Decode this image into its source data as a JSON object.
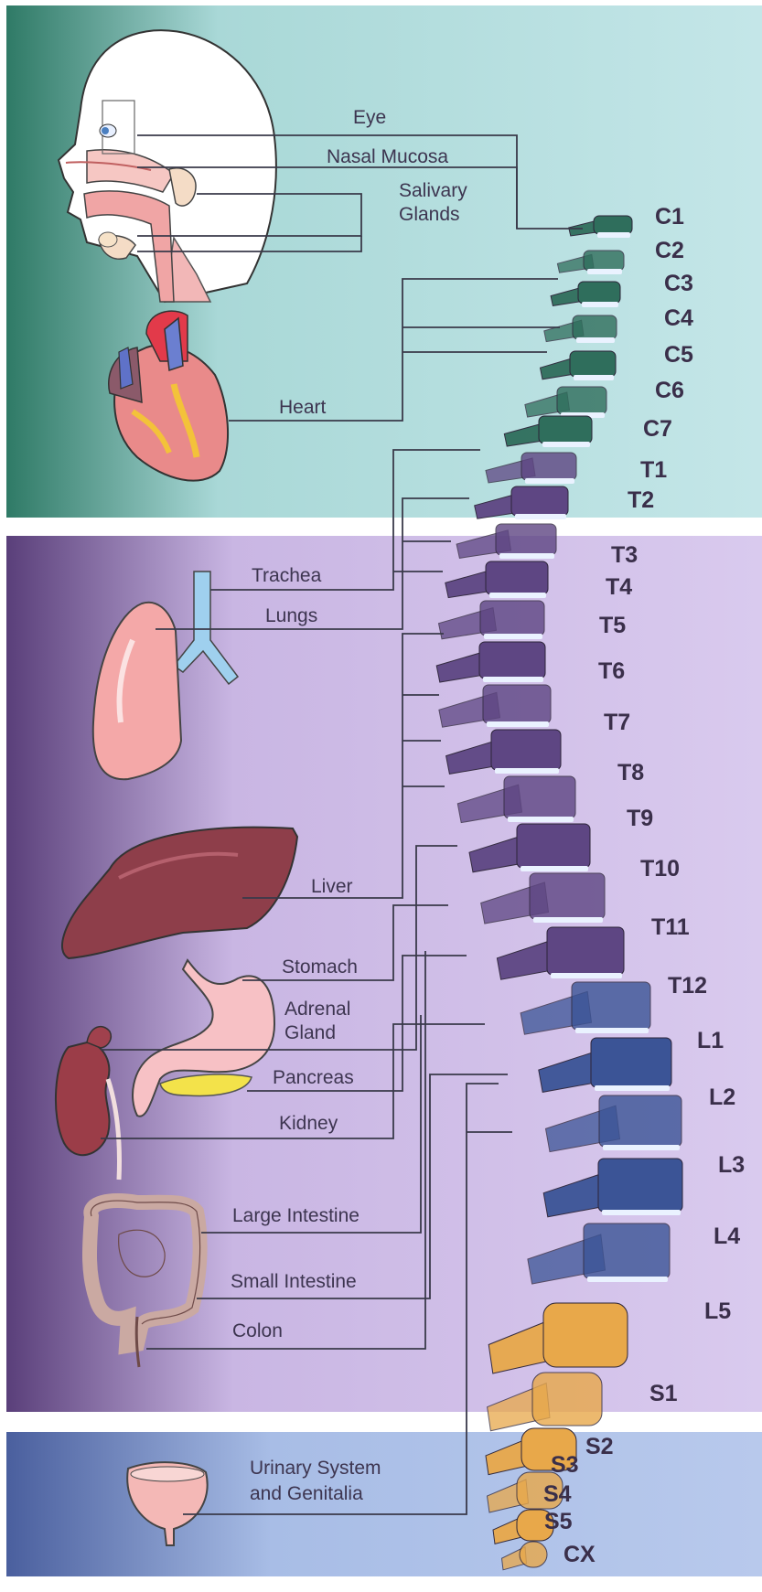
{
  "colors": {
    "cervical_panel": "#bfe3e6",
    "thoracic_panel": "#d5c6ea",
    "lumbar_sacral_panel": "#b2c4e6",
    "cervical_vertebra": "#2f6e5c",
    "thoracic_vertebra": "#5e4683",
    "lumbar_vertebra": "#3b5496",
    "sacral_vertebra": "#e8a84a",
    "disc": "#eaf2ff"
  },
  "sections": {
    "cervical": {
      "organs": [
        {
          "key": "eye",
          "label": "Eye",
          "icon": "eye-icon"
        },
        {
          "key": "nasal",
          "label": "Nasal Mucosa",
          "icon": "nose-icon"
        },
        {
          "key": "salivary",
          "label_lines": [
            "Salivary",
            "Glands"
          ],
          "icon": "salivary-gland-icon"
        },
        {
          "key": "heart",
          "label": "Heart",
          "icon": "heart-icon"
        }
      ]
    },
    "thoracic": {
      "organs": [
        {
          "key": "trachea",
          "label": "Trachea",
          "icon": "trachea-icon"
        },
        {
          "key": "lungs",
          "label": "Lungs",
          "icon": "lung-icon"
        },
        {
          "key": "liver",
          "label": "Liver",
          "icon": "liver-icon"
        },
        {
          "key": "stomach",
          "label": "Stomach",
          "icon": "stomach-icon"
        },
        {
          "key": "adrenal",
          "label_lines": [
            "Adrenal",
            "Gland"
          ],
          "icon": "adrenal-gland-icon"
        },
        {
          "key": "pancreas",
          "label": "Pancreas",
          "icon": "pancreas-icon"
        },
        {
          "key": "kidney",
          "label": "Kidney",
          "icon": "kidney-icon"
        },
        {
          "key": "large_intestine",
          "label": "Large Intestine",
          "icon": "large-intestine-icon"
        },
        {
          "key": "small_intestine",
          "label": "Small Intestine",
          "icon": "small-intestine-icon"
        },
        {
          "key": "colon",
          "label": "Colon",
          "icon": "colon-icon"
        }
      ]
    },
    "lumbar_sacral": {
      "organs": [
        {
          "key": "urinary",
          "label_lines": [
            "Urinary System",
            "and Genitalia"
          ],
          "icon": "bladder-icon"
        }
      ]
    }
  },
  "vertebrae": [
    {
      "id": "C1",
      "label": "C1"
    },
    {
      "id": "C2",
      "label": "C2"
    },
    {
      "id": "C3",
      "label": "C3"
    },
    {
      "id": "C4",
      "label": "C4"
    },
    {
      "id": "C5",
      "label": "C5"
    },
    {
      "id": "C6",
      "label": "C6"
    },
    {
      "id": "C7",
      "label": "C7"
    },
    {
      "id": "T1",
      "label": "T1"
    },
    {
      "id": "T2",
      "label": "T2"
    },
    {
      "id": "T3",
      "label": "T3"
    },
    {
      "id": "T4",
      "label": "T4"
    },
    {
      "id": "T5",
      "label": "T5"
    },
    {
      "id": "T6",
      "label": "T6"
    },
    {
      "id": "T7",
      "label": "T7"
    },
    {
      "id": "T8",
      "label": "T8"
    },
    {
      "id": "T9",
      "label": "T9"
    },
    {
      "id": "T10",
      "label": "T10"
    },
    {
      "id": "T11",
      "label": "T11"
    },
    {
      "id": "T12",
      "label": "T12"
    },
    {
      "id": "L1",
      "label": "L1"
    },
    {
      "id": "L2",
      "label": "L2"
    },
    {
      "id": "L3",
      "label": "L3"
    },
    {
      "id": "L4",
      "label": "L4"
    },
    {
      "id": "L5",
      "label": "L5"
    },
    {
      "id": "S1",
      "label": "S1"
    },
    {
      "id": "S2",
      "label": "S2"
    },
    {
      "id": "S3",
      "label": "S3"
    },
    {
      "id": "S4",
      "label": "S4"
    },
    {
      "id": "S5",
      "label": "S5"
    },
    {
      "id": "CX",
      "label": "CX"
    }
  ]
}
